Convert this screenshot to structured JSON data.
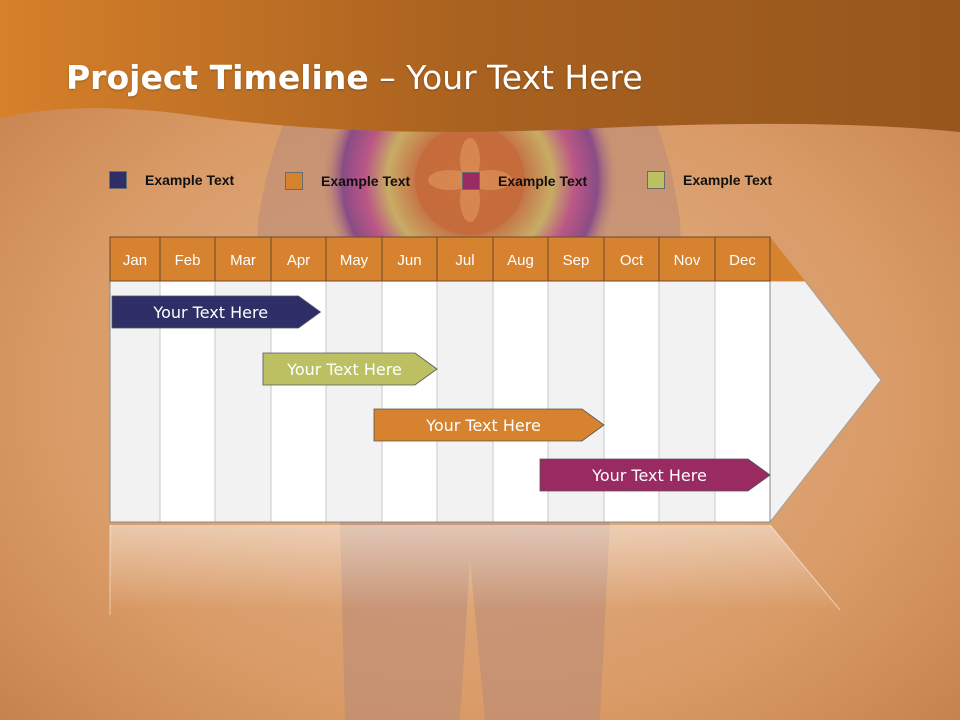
{
  "title": {
    "bold": "Project Timeline",
    "rest": " – Your Text Here"
  },
  "colors": {
    "navy": "#2e2f66",
    "orange": "#d6822e",
    "magenta": "#9a2a62",
    "olive": "#bcc062",
    "header_brown": "#a8611f"
  },
  "legend": [
    {
      "label": "Example Text",
      "color": "#2e2f66"
    },
    {
      "label": "Example Text",
      "color": "#d6822e"
    },
    {
      "label": "Example Text",
      "color": "#9a2a62"
    },
    {
      "label": "Example Text",
      "color": "#bcc062"
    }
  ],
  "months": [
    "Jan",
    "Feb",
    "Mar",
    "Apr",
    "May",
    "Jun",
    "Jul",
    "Aug",
    "Sep",
    "Oct",
    "Nov",
    "Dec"
  ],
  "tasks": [
    {
      "label": "Your  Text Here",
      "color": "#2e2f66",
      "start_month": 0,
      "end_month": 3.9
    },
    {
      "label": "Your  Text Here",
      "color": "#bcc062",
      "start_month": 3.0,
      "end_month": 6.0
    },
    {
      "label": "Your  Text Here",
      "color": "#d6822e",
      "start_month": 5.0,
      "end_month": 9.0
    },
    {
      "label": "Your  Text Here",
      "color": "#9a2a62",
      "start_month": 8.0,
      "end_month": 12.0
    }
  ]
}
